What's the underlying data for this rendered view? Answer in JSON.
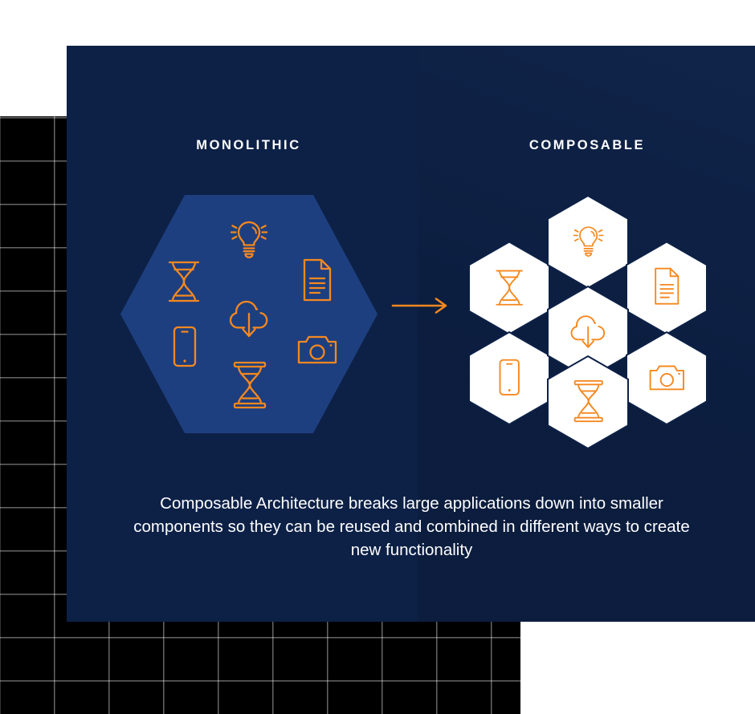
{
  "graphic": {
    "title_left": "MONOLITHIC",
    "title_right": "COMPOSABLE",
    "caption": "Composable Architecture breaks large applications down into smaller components so they can be reused and combined in different ways to create new functionality",
    "arrow": "right-arrow-icon",
    "colors": {
      "panel_navy": "#0d2147",
      "hex_blue": "#1e3f7f",
      "accent_orange": "#f5881f",
      "hex_white": "#ffffff",
      "heading_white": "#ffffff",
      "grid_black": "#000000",
      "grid_line": "#9a9a9a"
    },
    "monolithic": {
      "shape": "single-large-hexagon",
      "icons": [
        {
          "name": "lightbulb-icon",
          "label": "Lightbulb"
        },
        {
          "name": "hourglass-icon",
          "label": "Hourglass"
        },
        {
          "name": "document-icon",
          "label": "Document"
        },
        {
          "name": "cloud-download-icon",
          "label": "Cloud download"
        },
        {
          "name": "smartphone-icon",
          "label": "Smartphone"
        },
        {
          "name": "camera-icon",
          "label": "Camera"
        },
        {
          "name": "hourglass-icon-2",
          "label": "Hourglass"
        }
      ]
    },
    "composable": {
      "shape": "seven-hexagon-honeycomb",
      "cells": [
        {
          "position": "top",
          "icon": "lightbulb-icon",
          "label": "Lightbulb"
        },
        {
          "position": "upper-left",
          "icon": "hourglass-icon",
          "label": "Hourglass"
        },
        {
          "position": "upper-right",
          "icon": "document-icon",
          "label": "Document"
        },
        {
          "position": "center",
          "icon": "cloud-download-icon",
          "label": "Cloud download"
        },
        {
          "position": "lower-left",
          "icon": "smartphone-icon",
          "label": "Smartphone"
        },
        {
          "position": "lower-right",
          "icon": "camera-icon",
          "label": "Camera"
        },
        {
          "position": "bottom",
          "icon": "hourglass-icon-2",
          "label": "Hourglass"
        }
      ]
    }
  }
}
